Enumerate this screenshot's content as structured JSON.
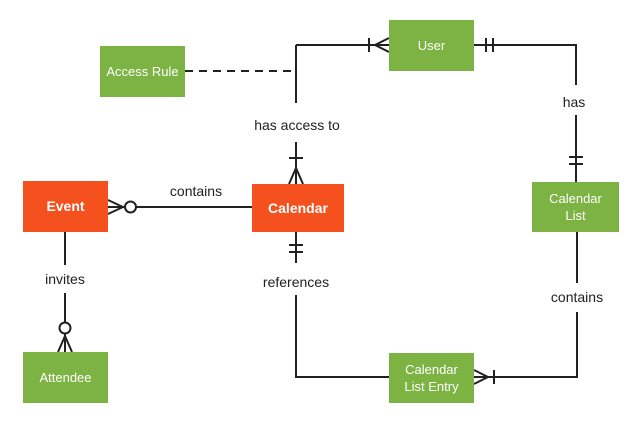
{
  "diagram": {
    "type": "entity-relationship",
    "colors": {
      "primary_entity": "#F4511E",
      "secondary_entity": "#7CB342",
      "line": "#212121",
      "background": "#FFFFFF",
      "entity_text": "#FFFFFF"
    },
    "entities": [
      {
        "id": "event",
        "label": "Event",
        "variant": "primary"
      },
      {
        "id": "calendar",
        "label": "Calendar",
        "variant": "primary"
      },
      {
        "id": "user",
        "label": "User",
        "variant": "secondary"
      },
      {
        "id": "access_rule",
        "label": "Access Rule",
        "variant": "secondary"
      },
      {
        "id": "calendar_list",
        "label": "Calendar List",
        "variant": "secondary"
      },
      {
        "id": "calendar_list_entry",
        "label": "Calendar List Entry",
        "variant": "secondary"
      },
      {
        "id": "attendee",
        "label": "Attendee",
        "variant": "secondary"
      }
    ],
    "relationships": [
      {
        "label": "contains",
        "from": "calendar",
        "to": "event",
        "cardinality_at_event": "zero-or-many"
      },
      {
        "label": "has access to",
        "from": "user",
        "to": "calendar",
        "cardinality_at_user": "one-or-many",
        "cardinality_at_calendar": "one-or-many"
      },
      {
        "label": "has",
        "from": "user",
        "to": "calendar_list",
        "cardinality_at_user": "one-and-only-one",
        "cardinality_at_calendar_list": "one-and-only-one"
      },
      {
        "label": "contains",
        "from": "calendar_list",
        "to": "calendar_list_entry",
        "cardinality_at_entry": "one-or-many"
      },
      {
        "label": "references",
        "from": "calendar_list_entry",
        "to": "calendar",
        "cardinality_at_calendar": "one-and-only-one"
      },
      {
        "label": "invites",
        "from": "event",
        "to": "attendee",
        "cardinality_at_attendee": "zero-or-many"
      },
      {
        "label": "",
        "from": "access_rule",
        "to": "has access to relationship",
        "style": "dashed"
      }
    ]
  }
}
